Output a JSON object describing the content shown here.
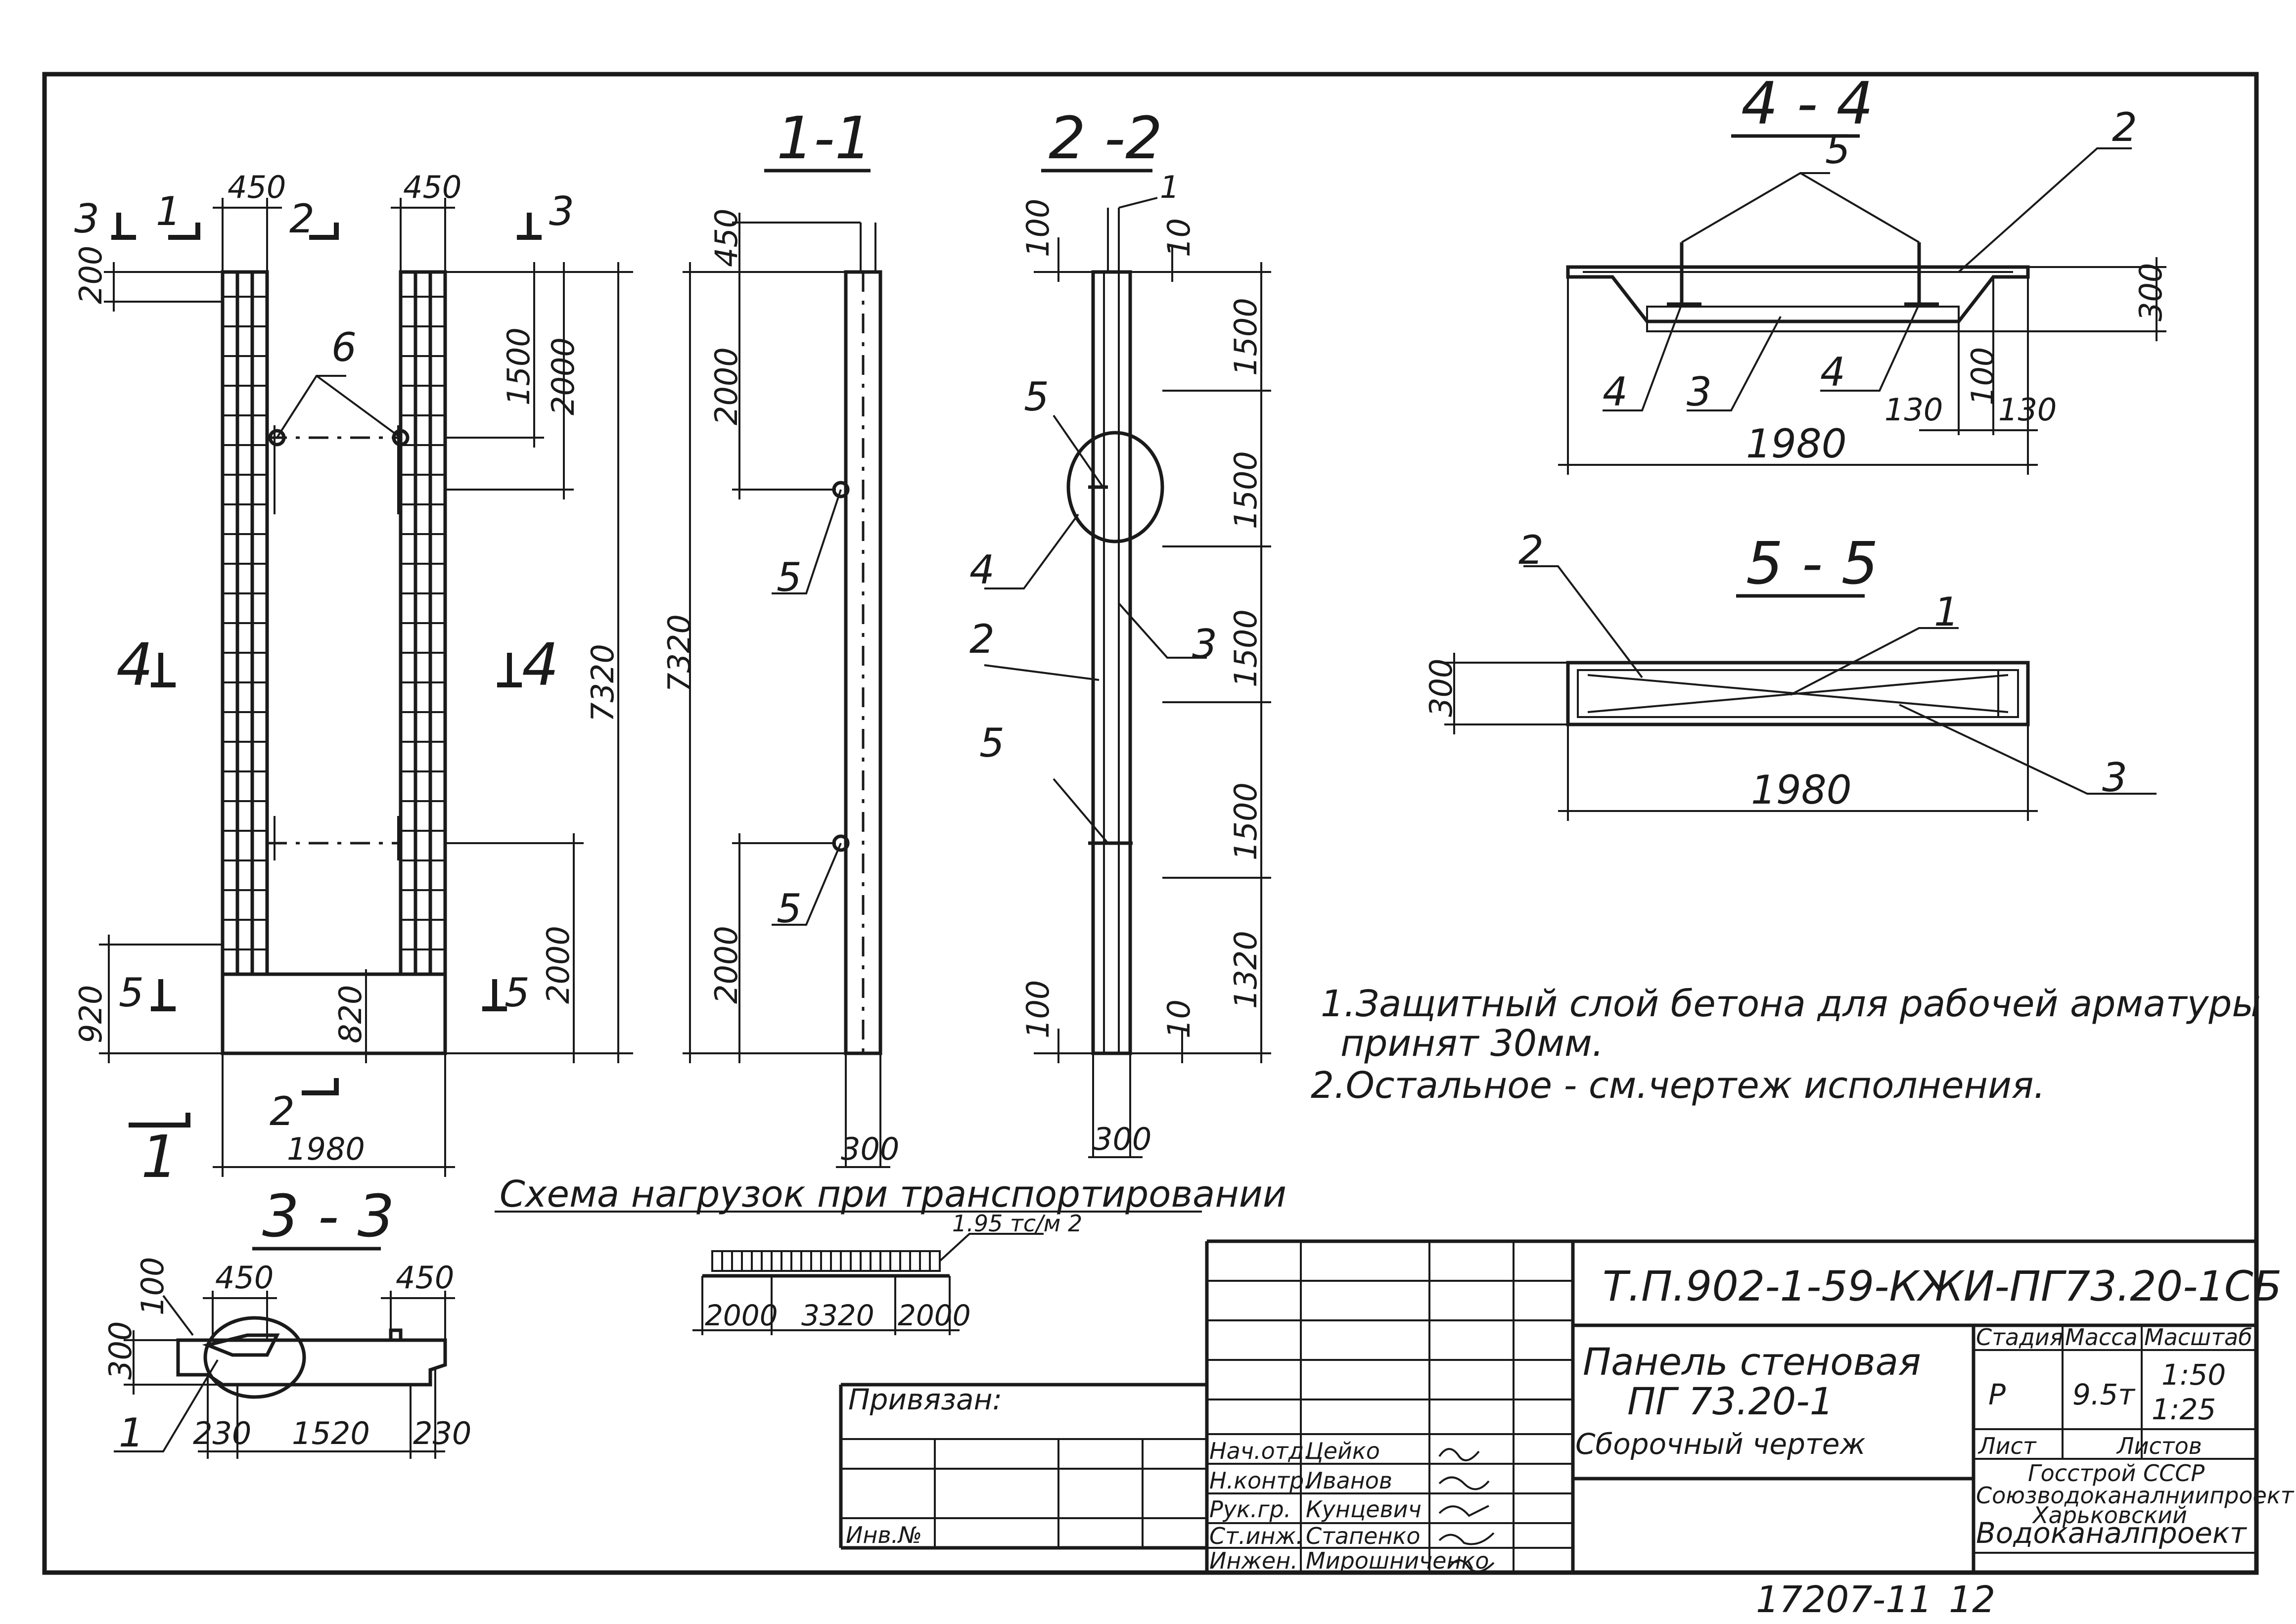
{
  "sections": {
    "s1": {
      "title": "1-1",
      "dims": [
        "450",
        "2000",
        "7320",
        "2000",
        "300"
      ],
      "callouts": [
        "5",
        "5"
      ]
    },
    "s2": {
      "title": "2 -2",
      "dims": [
        "1",
        "100",
        "10",
        "1500",
        "1500",
        "1500",
        "1500",
        "1320",
        "100",
        "10",
        "300"
      ],
      "callouts": [
        "5",
        "4",
        "2",
        "3",
        "5"
      ]
    },
    "s3": {
      "title": "3 - 3",
      "dims": [
        "450",
        "450",
        "100",
        "300",
        "230",
        "1520",
        "230"
      ],
      "callouts": [
        "1"
      ]
    },
    "s4": {
      "title": "4 - 4",
      "dims": [
        "300",
        "100",
        "130",
        "130",
        "1980"
      ],
      "callouts": [
        "5",
        "2",
        "4",
        "3",
        "4"
      ]
    },
    "s5": {
      "title": "5 - 5",
      "dims": [
        "300",
        "1980"
      ],
      "callouts": [
        "2",
        "1",
        "3"
      ]
    }
  },
  "elevation": {
    "dims": [
      "450",
      "450",
      "200",
      "1500",
      "2000",
      "7320",
      "920",
      "820",
      "2000",
      "1980"
    ],
    "markers": [
      "3",
      "1",
      "2",
      "3",
      "4",
      "4",
      "5",
      "5",
      "1",
      "2"
    ],
    "callouts": [
      "6"
    ]
  },
  "load_scheme": {
    "title": "Схема нагрузок при транспортировании",
    "load": "1.95 тс/м 2",
    "dims": [
      "2000",
      "3320",
      "2000"
    ]
  },
  "notes": [
    "1.Защитный слой бетона для рабочей арматуры",
    "принят 30мм.",
    "2.Остальное - см.чертеж исполнения."
  ],
  "title_block": {
    "code": "Т.П.902-1-59-КЖИ-ПГ73.20-1СБ",
    "name_line1": "Панель стеновая",
    "name_line2": "ПГ 73.20-1",
    "name_line3": "Сборочный чертеж",
    "stage_label": "Стадия",
    "mass_label": "Масса",
    "scale_label": "Масштаб",
    "stage": "Р",
    "mass": "9.5т",
    "scale1": "1:50",
    "scale2": "1:25",
    "sheet_label": "Лист",
    "sheets_label": "Листов",
    "org1": "Госстрой СССР",
    "org2": "Союзводоканалниипроект",
    "org3": "Харьковский",
    "org4": "Водоканалпроект",
    "privyazan": "Привязан:",
    "inv": "Инв.№",
    "roles": [
      "Нач.отд.",
      "Н.контр.",
      "Рук.гр.",
      "Ст.инж.",
      "Инжен."
    ],
    "names": [
      "Цейко",
      "Иванов",
      "Кунцевич",
      "Стапенко",
      "Мирошниченко"
    ]
  },
  "footer": {
    "archive": "17207-11",
    "sheet": "12"
  }
}
